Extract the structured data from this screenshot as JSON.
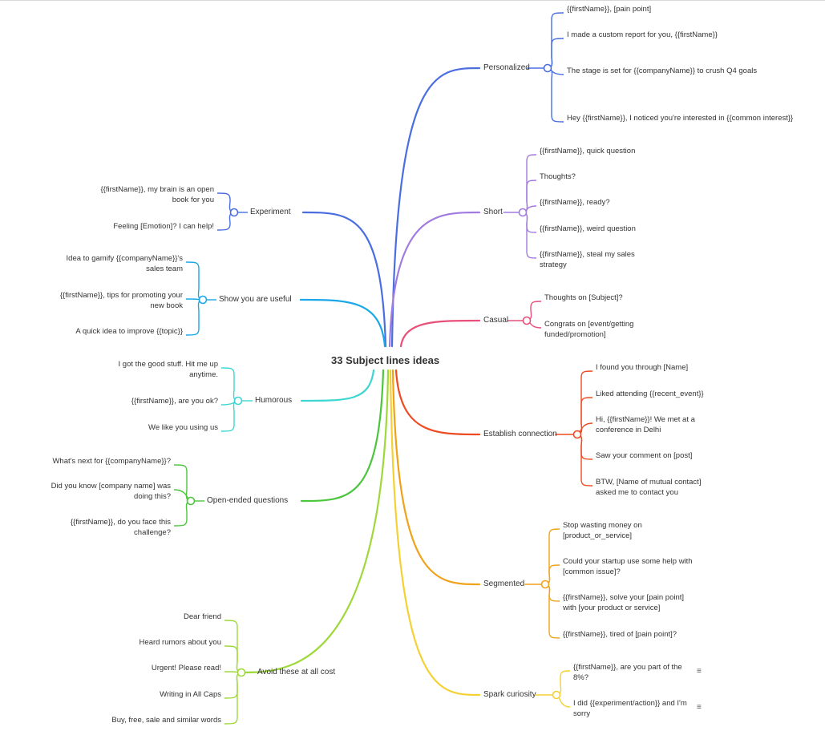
{
  "title": "33 Subject lines ideas",
  "branches": [
    {
      "id": "personalized",
      "label": "Personalized",
      "color": "#4a6ee0",
      "items": [
        "{{firstName}}, [pain point]",
        "I made a custom report for you, {{firstName}}",
        "The stage is set for {{companyName}} to crush Q4 goals",
        "Hey {{firstName}}, I noticed you're interested in {{common interest}}"
      ]
    },
    {
      "id": "short",
      "label": "Short",
      "color": "#a27be0",
      "items": [
        "{{firstName}}, quick question",
        "Thoughts?",
        "{{firstName}}, ready?",
        "{{firstName}}, weird question",
        "{{firstName}}, steal my sales strategy"
      ]
    },
    {
      "id": "casual",
      "label": "Casual",
      "color": "#e8507a",
      "items": [
        "Thoughts on [Subject]?",
        "Congrats on [event/getting funded/promotion]"
      ]
    },
    {
      "id": "establish",
      "label": "Establish connection",
      "color": "#ee4b22",
      "items": [
        "I found you through [Name]",
        "Liked attending {{recent_event}}",
        "Hi, {{firstName}}! We met at a conference in Delhi",
        "Saw your comment on [post]",
        "BTW, [Name of mutual contact] asked me to contact you"
      ]
    },
    {
      "id": "segmented",
      "label": "Segmented",
      "color": "#f0a21a",
      "items": [
        "Stop wasting money on [product_or_service]",
        "Could your startup use some help with [common issue]?",
        "{{firstName}}, solve your [pain point] with [your product or service]",
        "{{firstName}}, tired of [pain point]?"
      ]
    },
    {
      "id": "spark",
      "label": "Spark curiosity",
      "color": "#f5d033",
      "items": [
        "{{firstName}}, are you part of the 8%?",
        "I did {{experiment/action}} and I'm sorry"
      ]
    },
    {
      "id": "experiment",
      "label": "Experiment",
      "color": "#4a6ee0",
      "items": [
        "{{firstName}}, my brain is an open book for you",
        "Feeling [Emotion]? I can help!"
      ]
    },
    {
      "id": "useful",
      "label": "Show you are useful",
      "color": "#1aa8e8",
      "items": [
        "Idea to gamify {{companyName}}'s sales team",
        "{{firstName}}, tips for promoting your new book",
        "A quick idea to improve {{topic}}"
      ]
    },
    {
      "id": "humorous",
      "label": "Humorous",
      "color": "#3dd6d0",
      "items": [
        "I got the good stuff. Hit me up anytime.",
        "{{firstName}}, are you ok?",
        "We like you using us"
      ]
    },
    {
      "id": "openended",
      "label": "Open-ended questions",
      "color": "#4cc63c",
      "items": [
        "What's next for {{companyName}}?",
        "Did you know [company name] was doing this?",
        "{{firstName}}, do you face this challenge?"
      ]
    },
    {
      "id": "avoid",
      "label": "Avoid these at all cost",
      "color": "#9ed83a",
      "items": [
        "Dear friend",
        "Heard rumors about you",
        "Urgent! Please read!",
        "Writing in All Caps",
        "Buy, free, sale and similar words"
      ]
    }
  ],
  "icons": {
    "note": "note-icon"
  }
}
